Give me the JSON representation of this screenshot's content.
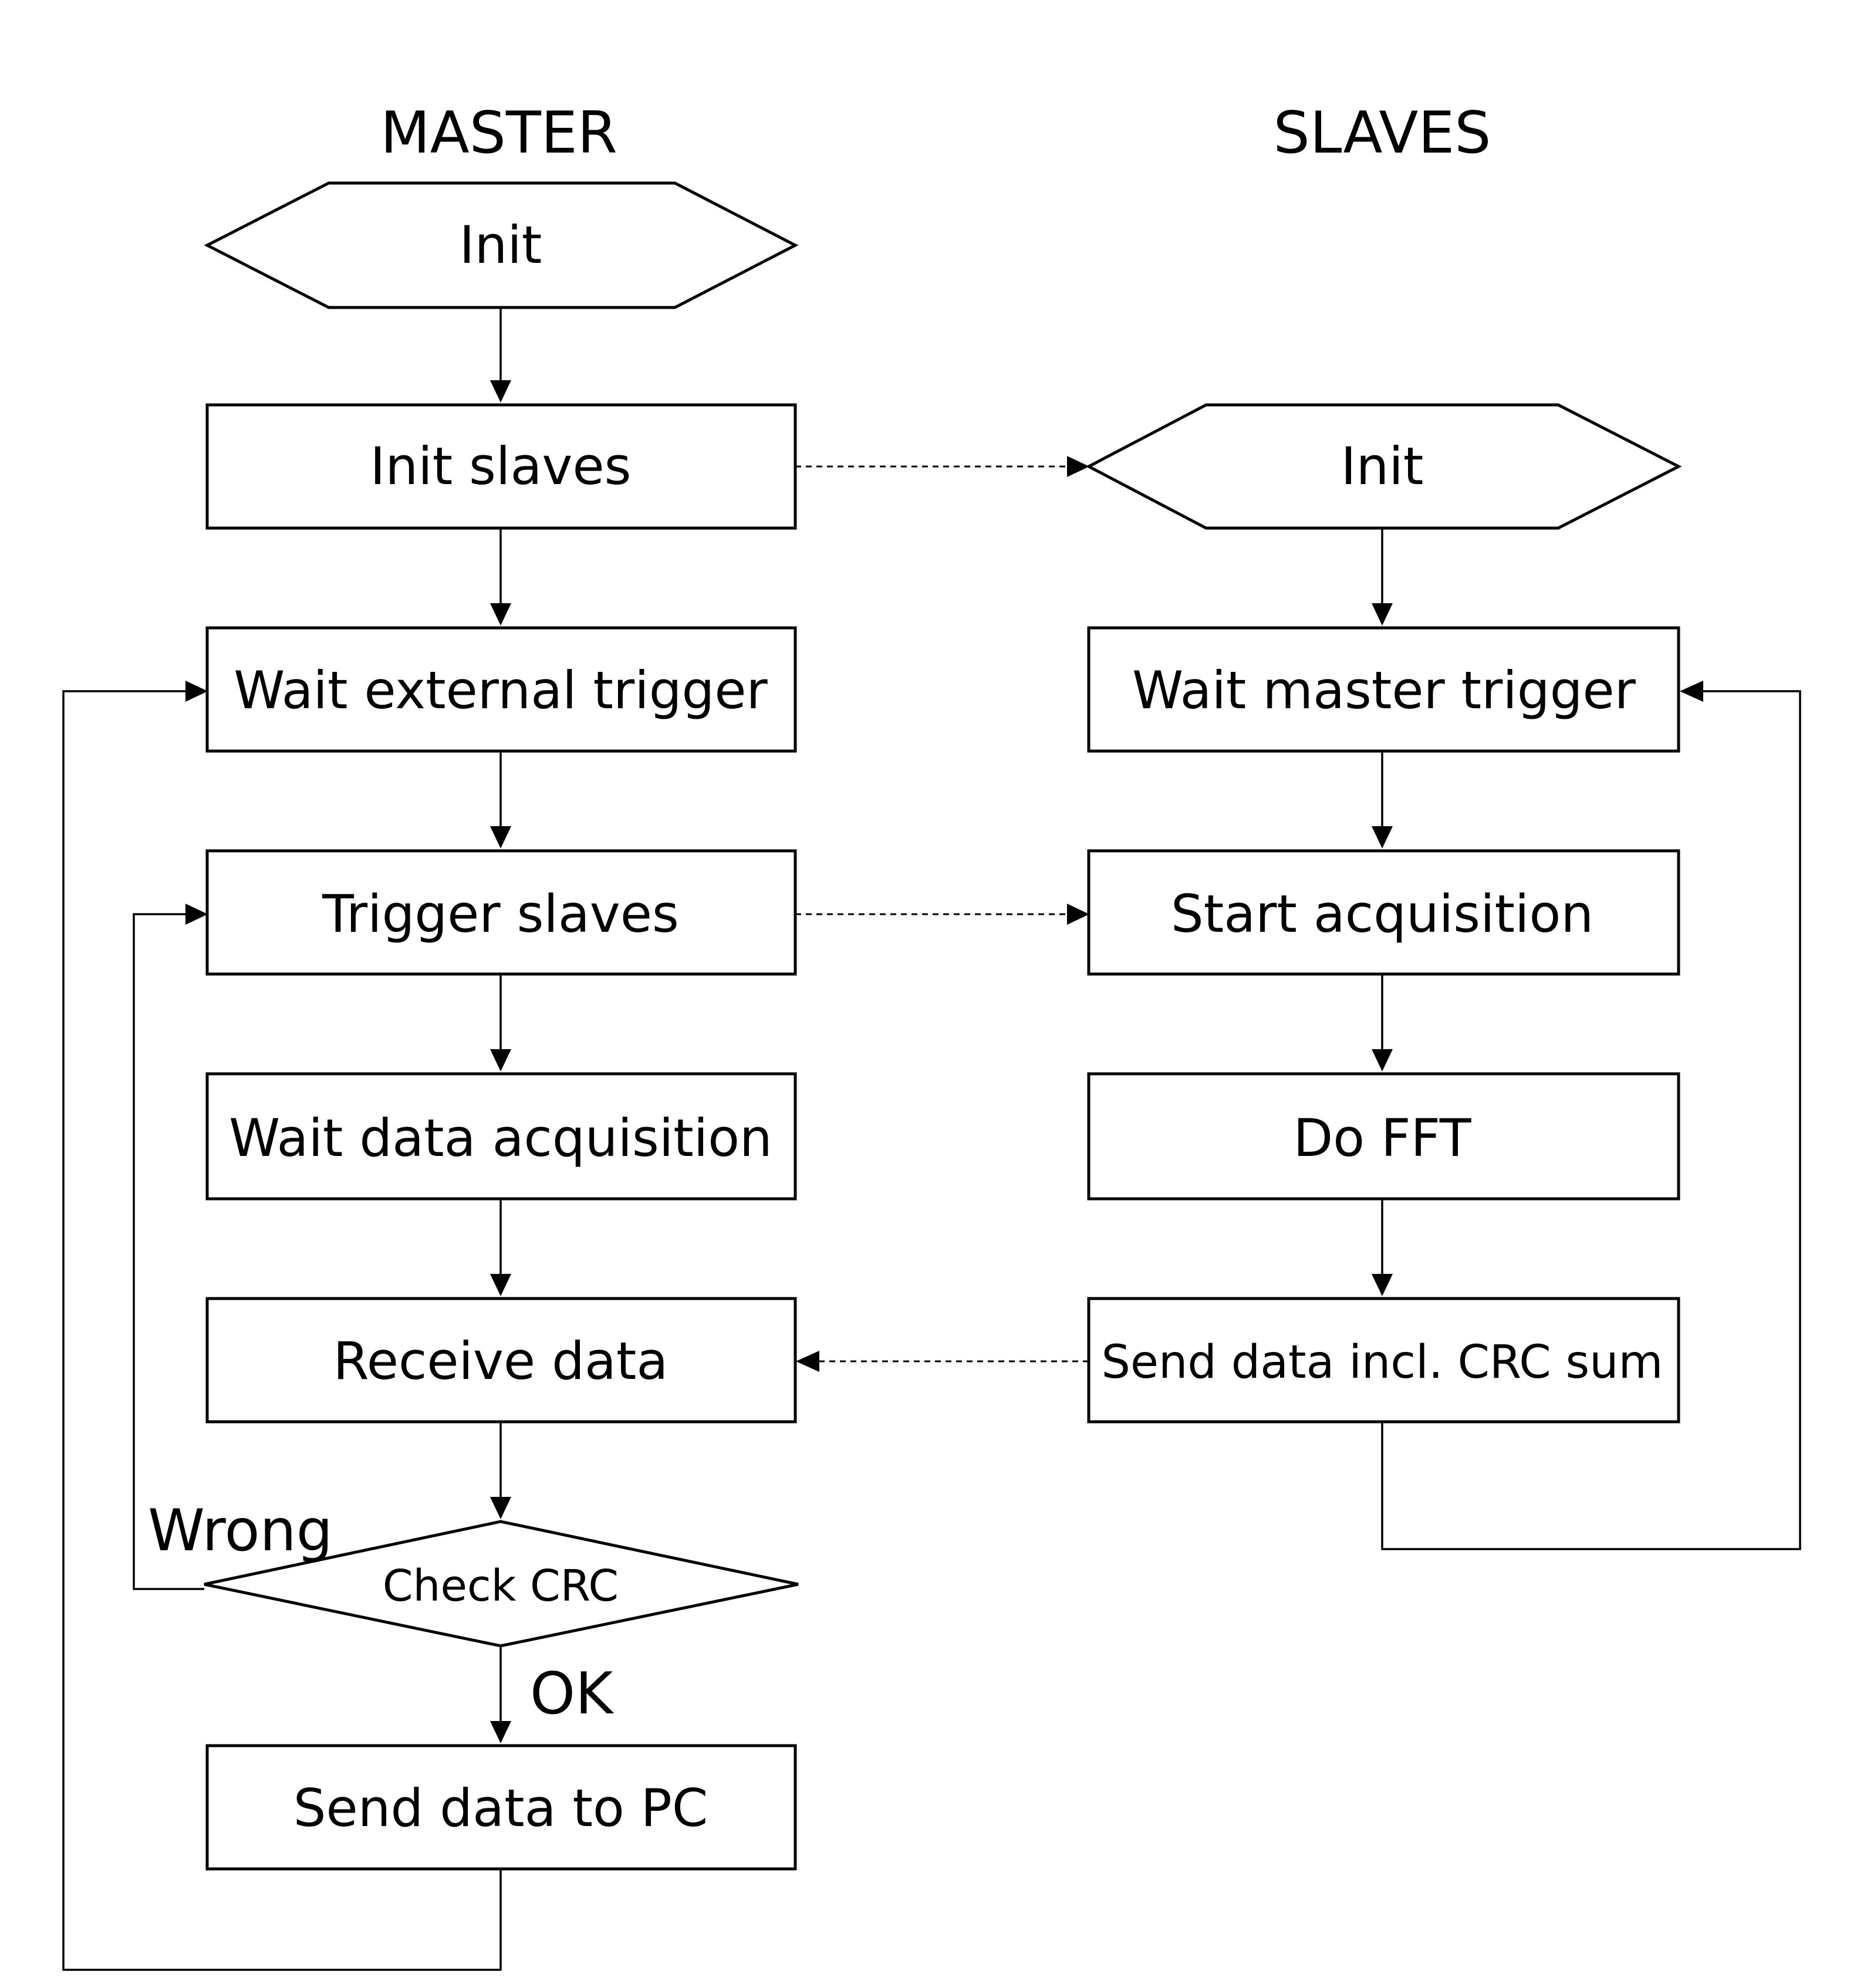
{
  "columns": {
    "master": "MASTER",
    "slaves": "SLAVES"
  },
  "master": {
    "init": "Init",
    "init_slaves": "Init slaves",
    "wait_external_trigger": "Wait external trigger",
    "trigger_slaves": "Trigger slaves",
    "wait_data_acquisition": "Wait data acquisition",
    "receive_data": "Receive data",
    "check_crc": "Check CRC",
    "send_data_to_pc": "Send data to PC"
  },
  "slaves": {
    "init": "Init",
    "wait_master_trigger": "Wait master trigger",
    "start_acquisition": "Start acquisition",
    "do_fft": "Do FFT",
    "send_data_crc": "Send data incl. CRC sum"
  },
  "branches": {
    "wrong": "Wrong",
    "ok": "OK"
  }
}
